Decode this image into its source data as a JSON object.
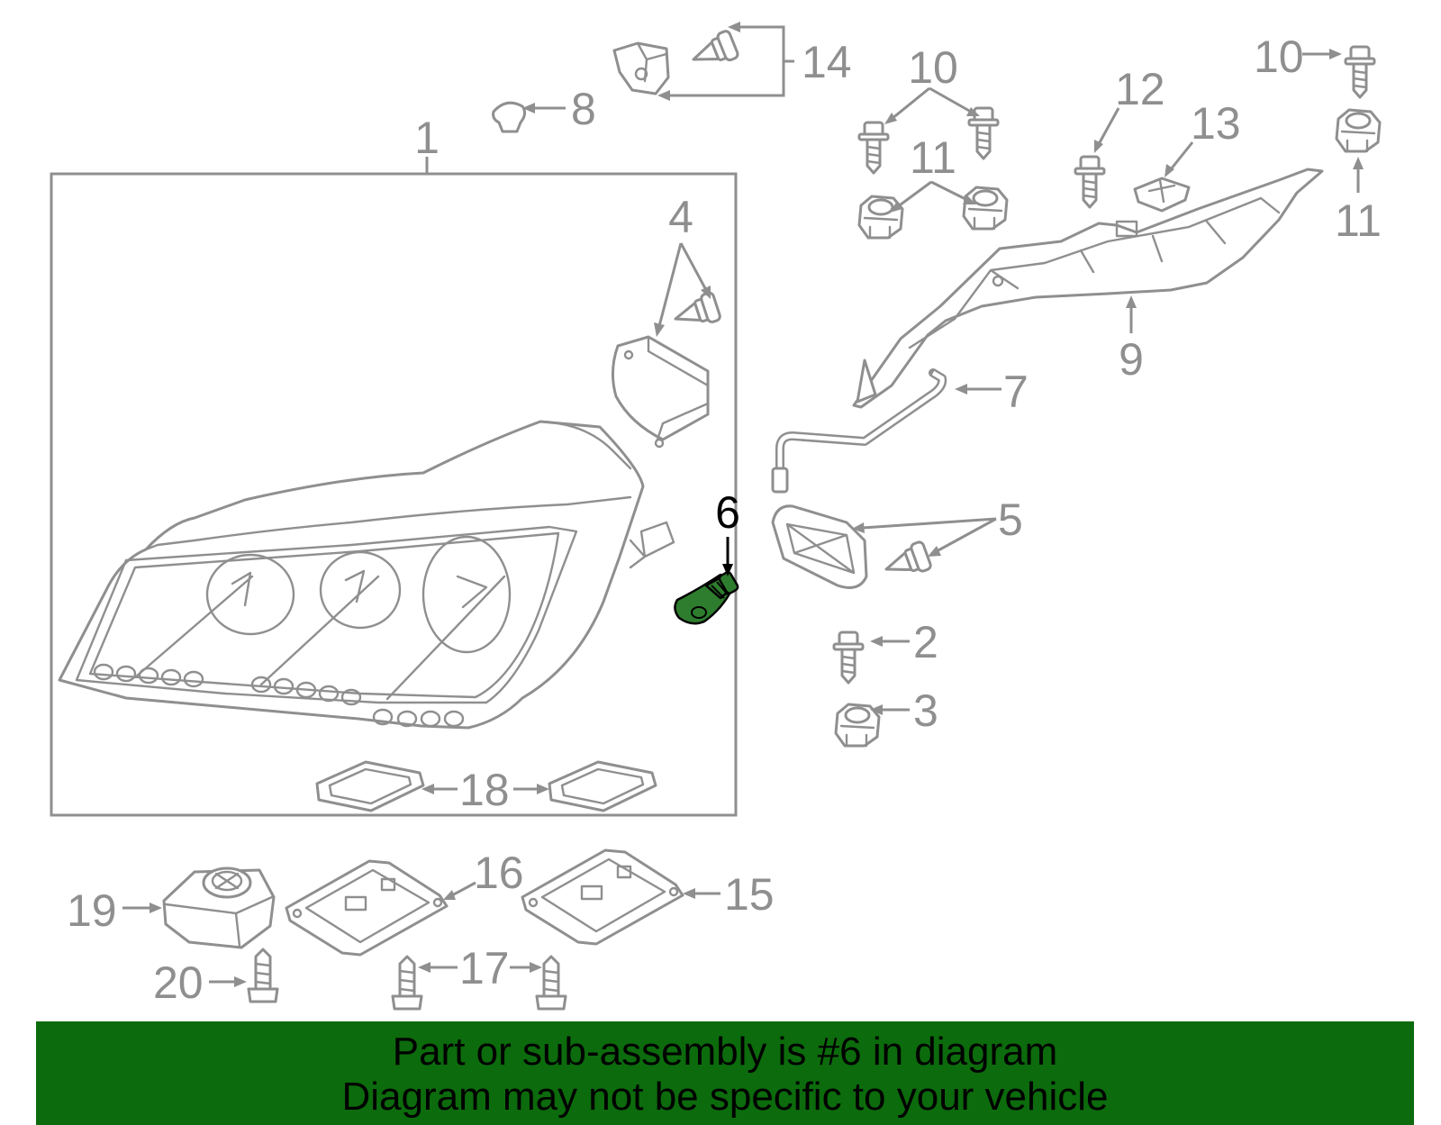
{
  "callouts": {
    "c1": "1",
    "c2": "2",
    "c3": "3",
    "c4": "4",
    "c5": "5",
    "c6": "6",
    "c7": "7",
    "c8": "8",
    "c9": "9",
    "c10a": "10",
    "c10b": "10",
    "c11a": "11",
    "c11b": "11",
    "c12": "12",
    "c13": "13",
    "c14": "14",
    "c15": "15",
    "c16": "16",
    "c17": "17",
    "c18": "18",
    "c19": "19",
    "c20": "20"
  },
  "highlighted_part": "6",
  "colors": {
    "line": "#8f8f8f",
    "highlight": "#2e7d2e",
    "banner": "#0c6b0c"
  },
  "banner": {
    "line1": "Part or sub-assembly is #6 in diagram",
    "line2": "Diagram may not be specific to your vehicle"
  }
}
